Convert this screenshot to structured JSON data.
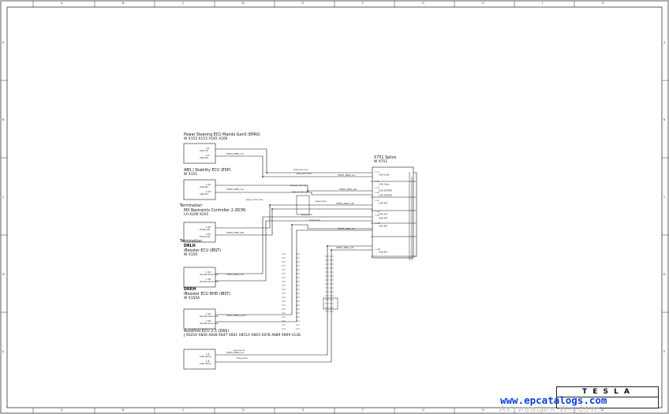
{
  "grid": {
    "columns": [
      "A",
      "B",
      "C",
      "D",
      "E",
      "F",
      "G",
      "H",
      "J",
      "K"
    ],
    "rows": [
      "A",
      "B",
      "C",
      "D",
      "E"
    ]
  },
  "components": [
    {
      "id": "epas",
      "title": "Power Steering ECU Mando Gen3 (EPAS)",
      "sub": "W        X152   X153   X165   X166",
      "pins": [
        "4.2",
        "CAN1 400",
        "4.3",
        "CAN1 400"
      ]
    },
    {
      "id": "esp",
      "title": "ABS / Stability ECU (ESP)",
      "sub": "W        X151",
      "pins": [
        "1.16",
        "CAN1 Port",
        "1.26",
        "CAN1 Port"
      ]
    },
    {
      "id": "rcm",
      "pre": "Termination",
      "title": "MX Restraints Controller 2 (RCM)",
      "sub": "LH      X200   X201",
      "pins": [
        "2.40",
        "Private CAN",
        "2.50",
        "Private CAN"
      ]
    },
    {
      "id": "ibst",
      "pre": "Termination",
      "tag": "DRLH",
      "title": "iBooster ECU (IBST)",
      "sub": "W        X150",
      "pins": [
        "1.16",
        "Yaw Rate Sensor CAN",
        "1.26",
        "Yaw Rate Sensor CAN"
      ]
    },
    {
      "id": "ibst_rhd",
      "tag": "DRRH",
      "title": "iBooster ECU RHD (IBST)",
      "sub": "W        X150A",
      "pins": [
        "1.16",
        "Yaw Rate Sensor CAN",
        "1.26",
        "Yaw Rate Sensor CAN"
      ]
    },
    {
      "id": "das",
      "title": "AutoPilot ECU 2.5 (DAS)",
      "sub": "J        X025A  X840   X848   X847   X841   X851A  X863   X878   X889   X899   X126",
      "pins": [
        "1.6",
        "CAN1 Vehicle",
        "1.8",
        "CAN1 Vehicle"
      ]
    }
  ],
  "splice": {
    "title": "X751 Splice",
    "sub": "W        X751",
    "pins": [
      "1.7",
      "1.9",
      "1.4",
      "1.6",
      "1.4",
      "1.12",
      "1.5",
      "1.13",
      "1.16"
    ],
    "labels": [
      "CAN1 Chass",
      "CAN1 Chass",
      "CAN1 ESP/EPAS",
      "CAN1 ESP/EPAS",
      "CAN1 ESP",
      "CAN1 ESP",
      "CAN1 ESP",
      "CAN1 ESP",
      "CAN1 ESP",
      "CAN1 AutoPilot",
      "CAN1 AutoPilot"
    ]
  },
  "twists": [
    "TWIST_ABSA_C-A",
    "TWIST_ABSA_A-A",
    "TWIST_ABSA_B-B",
    "TWIST_ABSA_C-A",
    "TWIST_ABSA_C-A-A",
    "TWIST_ABSA_H-A",
    "TWIST_ABSA_C-A",
    "TWIST_ABSA_A-B",
    "TWIST_ABSA_C-B",
    "TWIST_ABSA_C-A",
    "TWIST_ABSA_A-B"
  ],
  "brand": "T E S L A",
  "watermark": {
    "url": "www.epcatalogs.com",
    "ghost": "Активация Windows"
  }
}
